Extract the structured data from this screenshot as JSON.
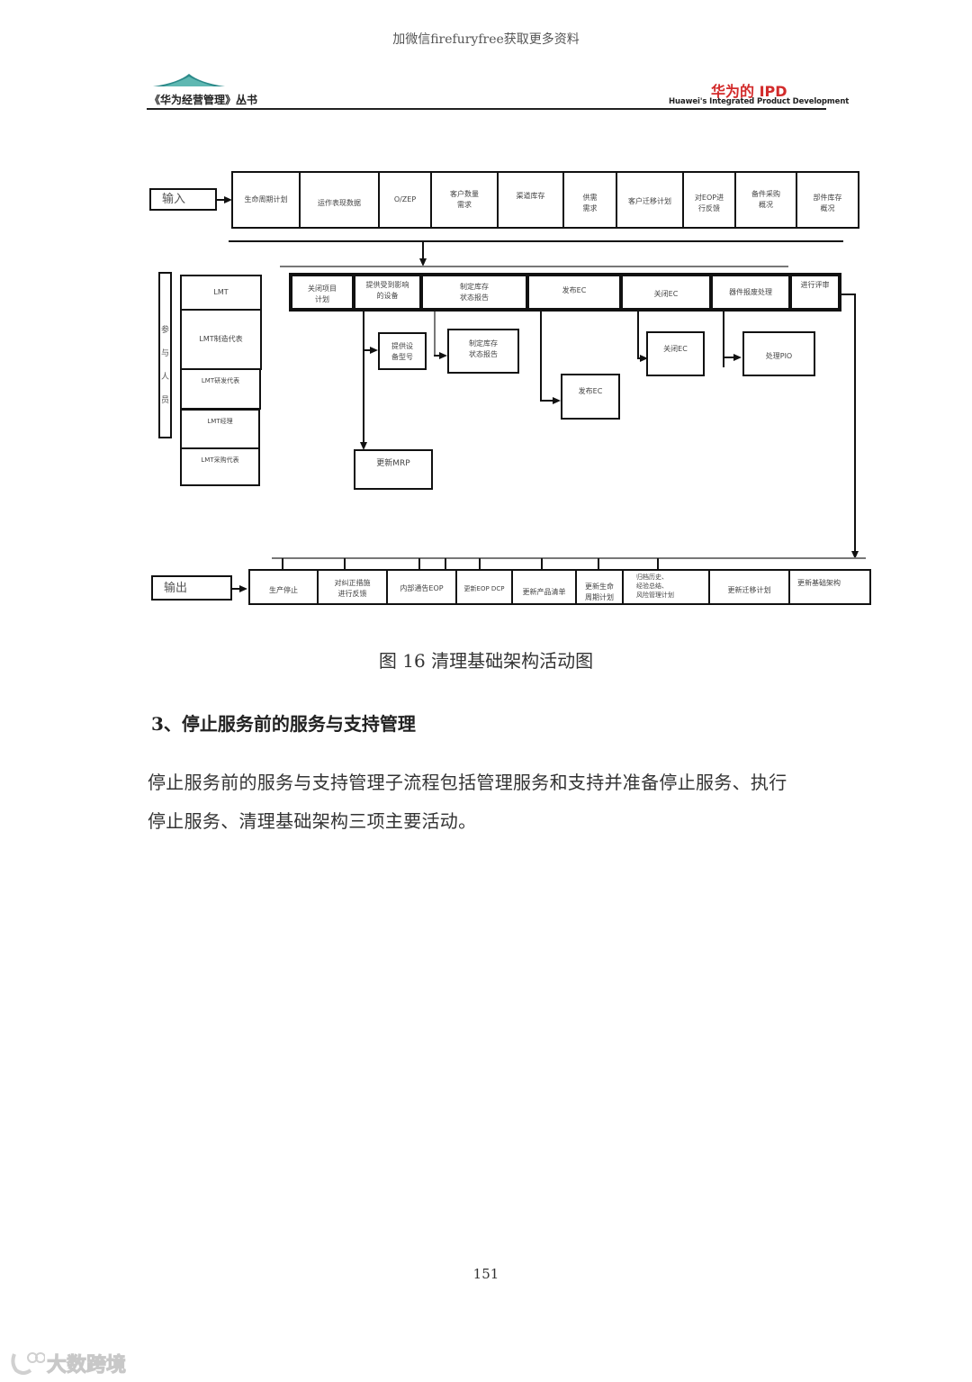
{
  "watermark_top": "加微信firefuryfree获取更多资料",
  "header": {
    "series_title": "《华为经营管理》丛书",
    "book_title": "华为的 IPD",
    "book_subtitle": "Huawei's Integrated Product Development",
    "logo": "mountain-logo"
  },
  "diagram": {
    "input_label": "输入",
    "inputs": [
      "生命周期计划",
      "运作表现数据",
      "O/ZEP",
      "客户数量\n需求",
      "渠道库存",
      "供需\n需求",
      "客户迁移计划",
      "对EOP进\n行反馈",
      "备件采购\n概况",
      "部件库存\n概况"
    ],
    "participants_label": "参\n与\n人\n员",
    "participants": [
      "LMT",
      "LMT制造代表",
      "LMT研发代表",
      "LMT经理",
      "LMT采购代表"
    ],
    "activities": [
      "关闭项目\n计划",
      "提供受到影响\n的设备",
      "制定库存\n状态报告",
      "发布EC",
      "关闭EC",
      "器件报废处理",
      "进行评审"
    ],
    "sub_activities": {
      "provide_model": "提供设\n备型号",
      "inventory_report": "制定库存\n状态报告",
      "release_ec": "发布EC",
      "close_ec": "关闭EC",
      "handle_pio": "处理PIO",
      "update_mrp": "更新MRP"
    },
    "output_label": "输出",
    "outputs": [
      "生产停止",
      "对纠正措施\n进行反馈",
      "内部通告EOP",
      "更新EOP DCP",
      "更新产品清单",
      "更新生命\n周期计划",
      "归档历史、\n经验总结、\n风险管理计划",
      "更新迁移计划",
      "更新基础架构"
    ]
  },
  "caption": "图 16 清理基础架构活动图",
  "section": {
    "title": "3、停止服务前的服务与支持管理",
    "paragraph_line1": "停止服务前的服务与支持管理子流程包括管理服务和支持并准备停止服务、执行",
    "paragraph_line2": "停止服务、清理基础架构三项主要活动。"
  },
  "page_number": "151",
  "brand_watermark": "大数跨境"
}
